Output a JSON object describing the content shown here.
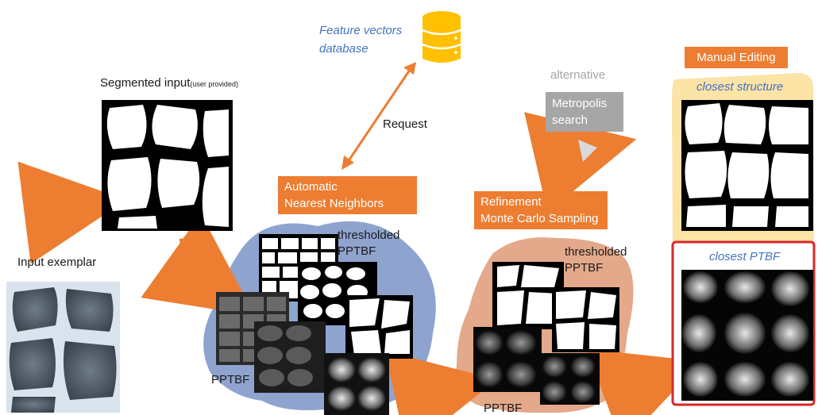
{
  "database": {
    "label_line1": "Feature vectors",
    "label_line2": "database",
    "icon": "database-icon"
  },
  "request": {
    "label": "Request"
  },
  "segmented_input": {
    "title": "Segmented input",
    "note": "(user provided)"
  },
  "input_exemplar": {
    "label": "Input exemplar"
  },
  "automatic_nn": {
    "line1": "Automatic",
    "line2": "Nearest Neighbors"
  },
  "nn_cluster": {
    "thresholded_line1": "thresholded",
    "thresholded_line2": "PPTBF",
    "pptbf_label": "PPTBF"
  },
  "alternative": {
    "label": "alternative",
    "box_line1": "Metropolis",
    "box_line2": "search"
  },
  "refinement": {
    "line1": "Refinement",
    "line2": "Monte Carlo Sampling"
  },
  "refine_cluster": {
    "thresholded_line1": "thresholded",
    "thresholded_line2": "PPTBF",
    "pptbf_label": "PPTBF"
  },
  "manual_editing": {
    "label": "Manual Editing",
    "closest_structure": "closest structure",
    "closest_ptbf": "closest PTBF"
  },
  "colors": {
    "accent_orange": "#ed7d31",
    "blue_blob": "#8fa3cf",
    "tan_blob": "#e3a98a",
    "highlight_yellow": "#fce3a6",
    "frame_red": "#d9262c",
    "italic_blue": "#4472c4"
  }
}
